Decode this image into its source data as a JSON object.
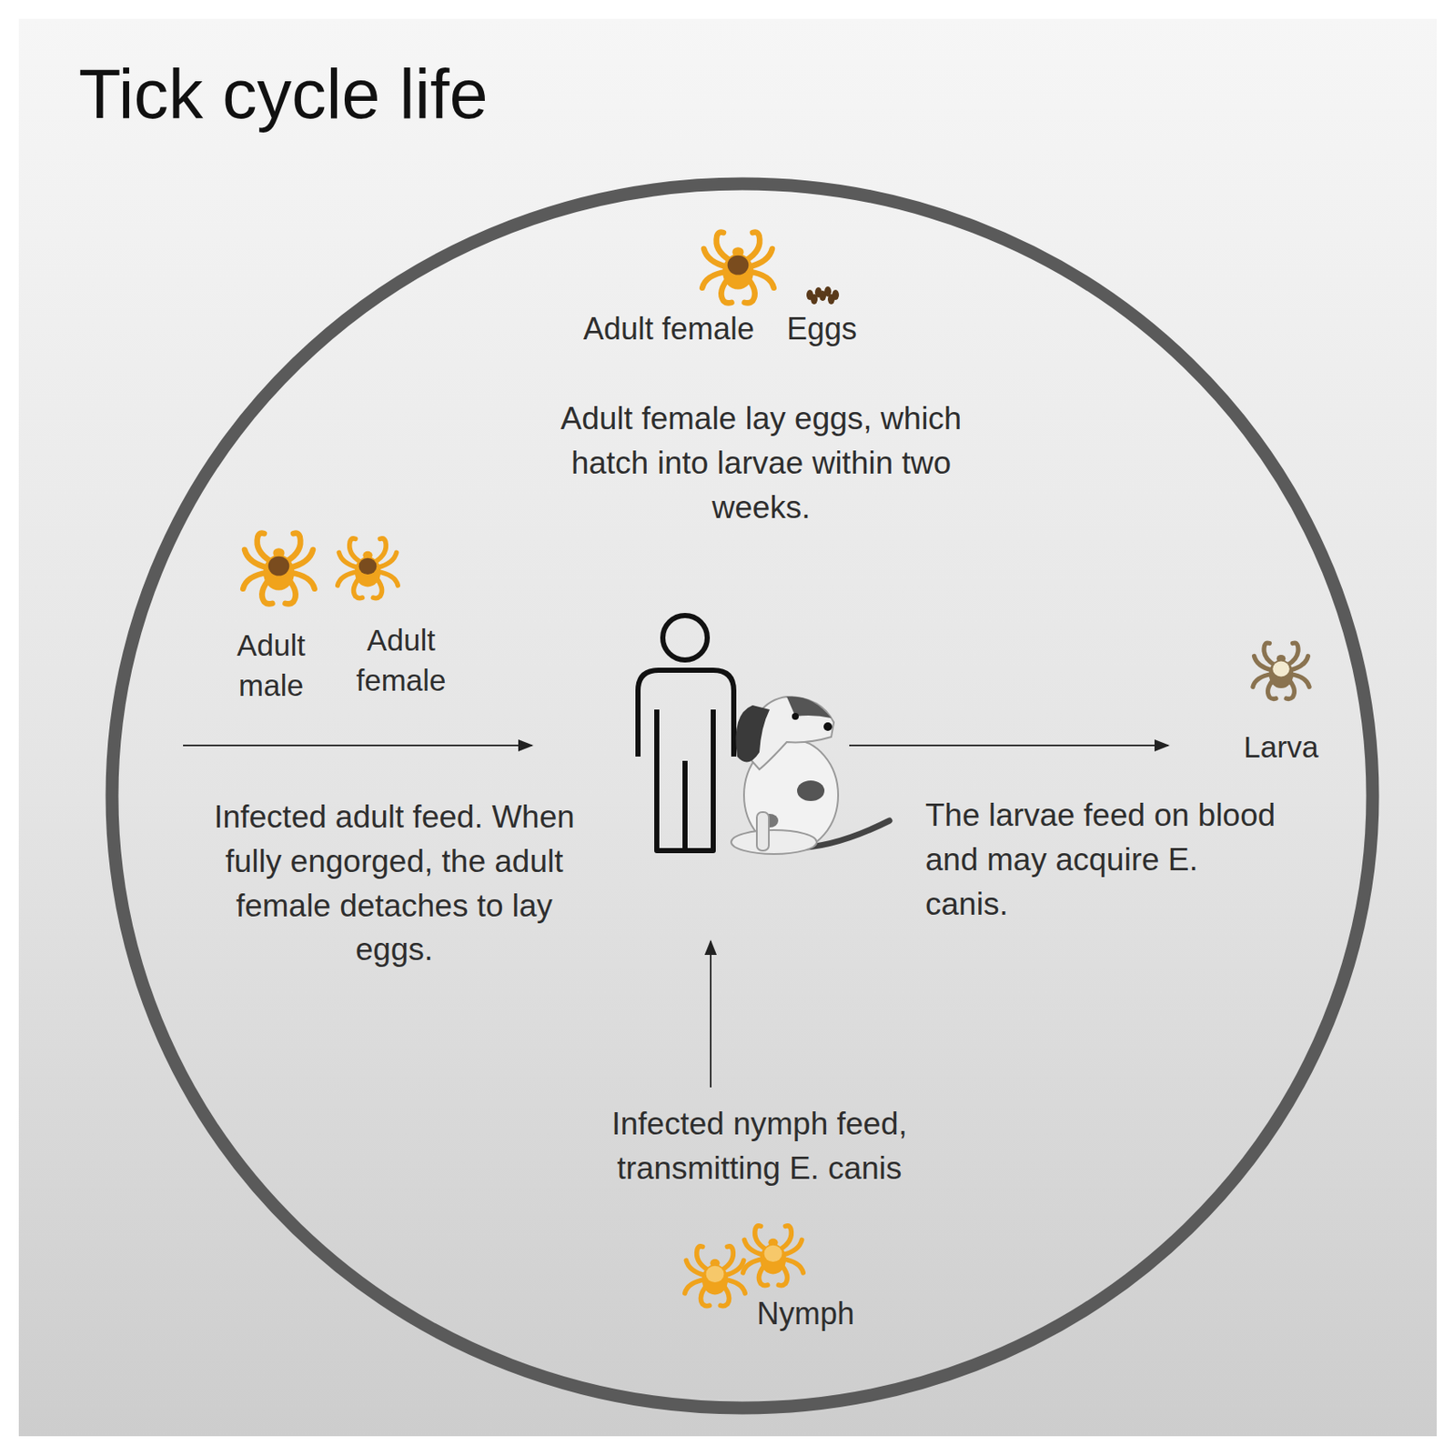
{
  "diagram": {
    "title": "Tick cycle life",
    "labels": [
      "Adult female",
      "Eggs",
      "Adult female lay eggs, which hatch into larvae within two weeks.",
      "Adult male",
      "Adult female",
      "Infected adult feed. When fully engorged, the adult female detaches to lay eggs.",
      "Larva",
      "The larvae feed on blood and may acquire E. canis.",
      "Infected nymph feed, transmitting E. canis",
      "Nymph"
    ]
  }
}
